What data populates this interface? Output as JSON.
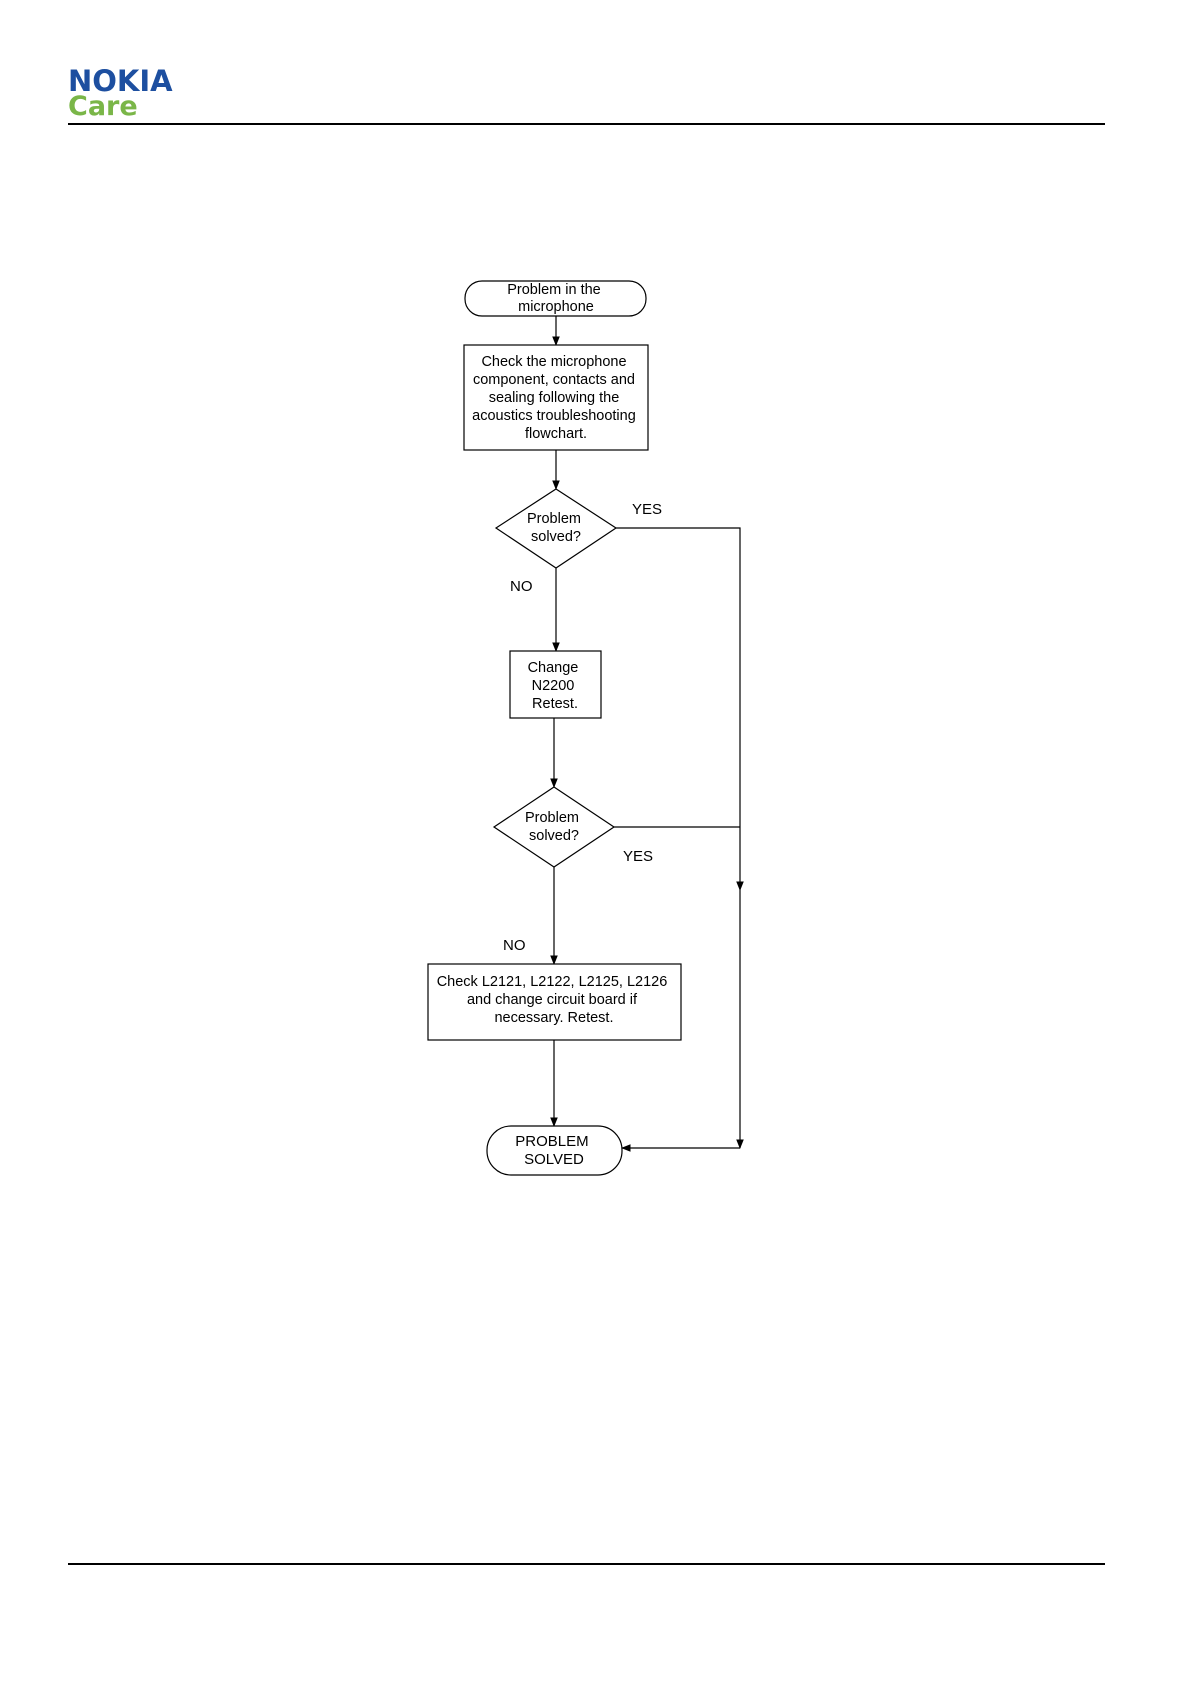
{
  "header": {
    "brand": "NOKIA",
    "sub_brand": "Care",
    "brand_color": "#1d4fa0",
    "sub_brand_color": "#7ab648"
  },
  "flowchart": {
    "nodes": {
      "start": [
        "Problem in the",
        "microphone"
      ],
      "check_mic": [
        "Check the microphone",
        "component, contacts and",
        "sealing following the",
        "acoustics troubleshooting",
        "flowchart."
      ],
      "decision1": [
        "Problem",
        "solved?"
      ],
      "change_n2200": [
        "Change",
        "N2200",
        "Retest."
      ],
      "decision2": [
        "Problem",
        "solved?"
      ],
      "check_inductors": [
        "Check L2121, L2122, L2125, L2126",
        "and change circuit board if",
        "necessary. Retest."
      ],
      "end": [
        "PROBLEM",
        "SOLVED"
      ]
    },
    "labels": {
      "decision1_yes": "YES",
      "decision1_no": "NO",
      "decision2_yes": "YES",
      "decision2_no": "NO"
    }
  }
}
